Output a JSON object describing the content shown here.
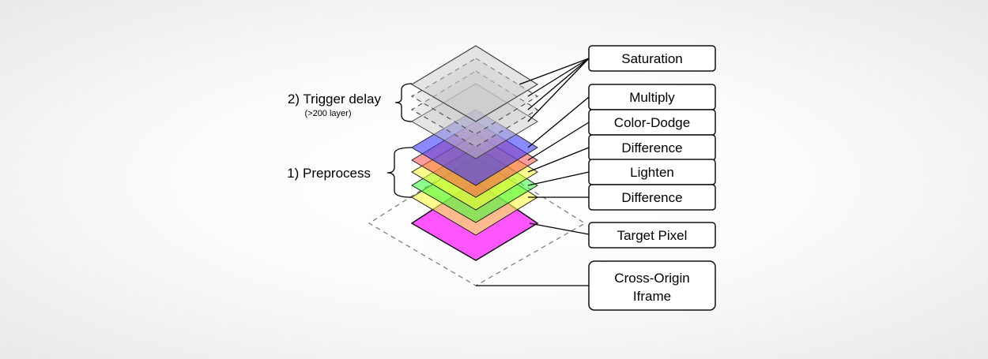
{
  "diagram": {
    "groups": [
      {
        "id": "trigger",
        "title": "2) Trigger delay",
        "subtitle": "(>200 layer)"
      },
      {
        "id": "preprocess",
        "title": "1) Preprocess",
        "subtitle": ""
      }
    ],
    "labels": [
      {
        "id": "saturation",
        "lines": [
          "Saturation"
        ]
      },
      {
        "id": "multiply",
        "lines": [
          "Multiply"
        ]
      },
      {
        "id": "color-dodge",
        "lines": [
          "Color-Dodge"
        ]
      },
      {
        "id": "difference-1",
        "lines": [
          "Difference"
        ]
      },
      {
        "id": "lighten",
        "lines": [
          "Lighten"
        ]
      },
      {
        "id": "difference-2",
        "lines": [
          "Difference"
        ]
      },
      {
        "id": "target-pixel",
        "lines": [
          "Target Pixel"
        ]
      },
      {
        "id": "cross-origin-iframe",
        "lines": [
          "Cross-Origin",
          "Iframe"
        ]
      }
    ],
    "colors": {
      "saturation_layer": "#c8c8c8",
      "multiply_layer": "#3c3cff",
      "color_dodge_layer": "#ff4d4d",
      "difference_layer_1": "#ffff33",
      "lighten_layer": "#33ff33",
      "difference_layer_2": "#ffff44",
      "target_pixel": "#ff55ff",
      "outline": "#222222"
    }
  }
}
